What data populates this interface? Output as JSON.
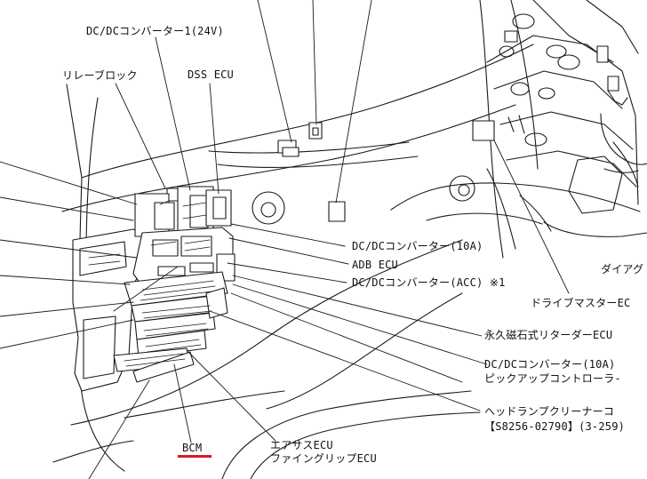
{
  "diagram": {
    "labels": {
      "dcdc_converter_24v": "DC/DCコンバーター1(24V)",
      "relay_block": "リレーブロック",
      "dss_ecu": "DSS ECU",
      "dcdc_converter_10a_1": "DC/DCコンバーター(10A)",
      "adb_ecu": "ADB ECU",
      "dcdc_converter_acc": "DC/DCコンバーター(ACC) ※1",
      "drive_master_ecu": "ドライブマスターEC",
      "diag_connector": "ダイアグ",
      "retarder_ecu": "永久磁石式リターダーECU",
      "dcdc_converter_10a_2": "DC/DCコンバーター(10A)",
      "pickup_controller": "ピックアップコントローラ-",
      "headlamp_cleaner": "ヘッドランプクリーナーコ",
      "part_reference": "【S8256-02790】(3-259)",
      "bcm": "BCM",
      "air_suspension_ecu": "エアサスECU",
      "fine_grip_ecu": "ファイングリップECU"
    },
    "highlight_color": "#d7192a",
    "line_color": "#1a1a1a"
  }
}
